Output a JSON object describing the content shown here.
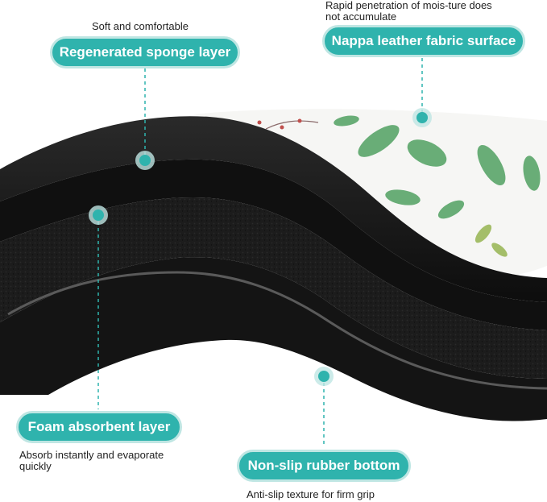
{
  "callouts": {
    "sponge": {
      "label": "Regenerated sponge layer",
      "description": "Soft and comfortable"
    },
    "nappa": {
      "label": "Nappa leather fabric surface",
      "description_line1": "Rapid penetration of mois-ture does",
      "description_line2": "not accumulate"
    },
    "foam": {
      "label": "Foam absorbent layer",
      "description_line1": "Absorb instantly and evaporate",
      "description_line2": "quickly"
    },
    "rubber": {
      "label": "Non-slip rubber bottom",
      "description": "Anti-slip texture for firm grip"
    }
  },
  "colors": {
    "accent": "#2fb3ad",
    "accent_ring": "#bfe6e3",
    "mat_black": "#141414",
    "leaf_green": "#5aa66a"
  }
}
